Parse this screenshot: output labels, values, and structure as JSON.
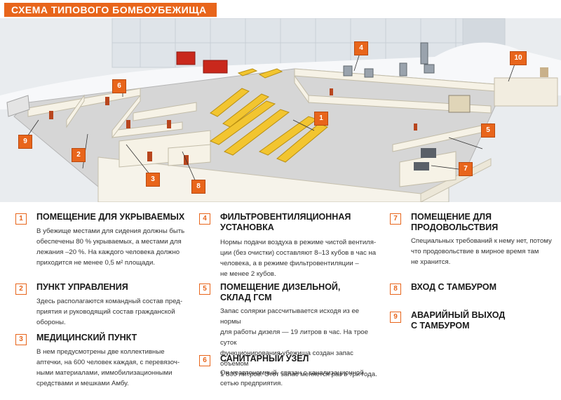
{
  "title": "СХЕМА ТИПОВОГО БОМБОУБЕЖИЩА",
  "colors": {
    "accent": "#e8651b",
    "wall": "#f6f3ea",
    "floor": "#d9d9d9",
    "bench": "#f2c530",
    "door": "#b8461e"
  },
  "callouts": [
    "1",
    "2",
    "3",
    "4",
    "5",
    "6",
    "7",
    "8",
    "9",
    "10"
  ],
  "items": [
    {
      "num": "1",
      "head": "ПОМЕЩЕНИЕ ДЛЯ УКРЫВАЕМЫХ",
      "desc": [
        "В убежище местами для сидения должны быть",
        "обеспечены 80 % укрываемых, а местами для",
        "лежания –20 %. На каждого человека должно",
        "приходится не менее 0,5 м² площади."
      ]
    },
    {
      "num": "2",
      "head": "ПУНКТ УПРАВЛЕНИЯ",
      "desc": [
        "Здесь располагаются командный состав пред-",
        "приятия и руководящий состав гражданской",
        "обороны."
      ]
    },
    {
      "num": "3",
      "head": "МЕДИЦИНСКИЙ ПУНКТ",
      "desc": [
        "В нем предусмотрены две коллективные",
        "аптечки, на 600 человек каждая, с перевязоч-",
        "ными материалами, иммобилизационными",
        "средствами и мешками Амбу."
      ]
    },
    {
      "num": "4",
      "head": "ФИЛЬТРОВЕНТИЛЯЦИОННАЯ",
      "head2": "УСТАНОВКА",
      "desc": [
        "Нормы подачи воздуха в режиме чистой вентиля-",
        "ции (без очистки) составляют 8–13 кубов в час на",
        "человека, а в режиме фильтровентиляции –",
        "не менее 2 кубов."
      ]
    },
    {
      "num": "5",
      "head": "ПОМЕЩЕНИЕ ДИЗЕЛЬНОЙ,",
      "head2": "СКЛАД ГСМ",
      "desc": [
        "Запас солярки рассчитывается исходя из ее нормы",
        "для работы дизеля — 19 литров в час. На трое суток",
        "функционирования убежища создан запас объемом",
        "1 800 литров. Этот запас меняется раз в три года."
      ]
    },
    {
      "num": "6",
      "head": "САНИТАРНЫЙ УЗЕЛ",
      "desc": [
        "Он неавтономный, связан с канализационной",
        "сетью предприятия."
      ]
    },
    {
      "num": "7",
      "head": "ПОМЕЩЕНИЕ ДЛЯ",
      "head2": "ПРОДОВОЛЬСТВИЯ",
      "desc": [
        "Специальных требований к нему нет, потому",
        "что продовольствие в мирное время там",
        "не хранится."
      ]
    },
    {
      "num": "8",
      "head": "ВХОД С ТАМБУРОМ",
      "desc": []
    },
    {
      "num": "9",
      "head": "АВАРИЙНЫЙ ВЫХОД",
      "head2": "С ТАМБУРОМ",
      "desc": []
    }
  ]
}
